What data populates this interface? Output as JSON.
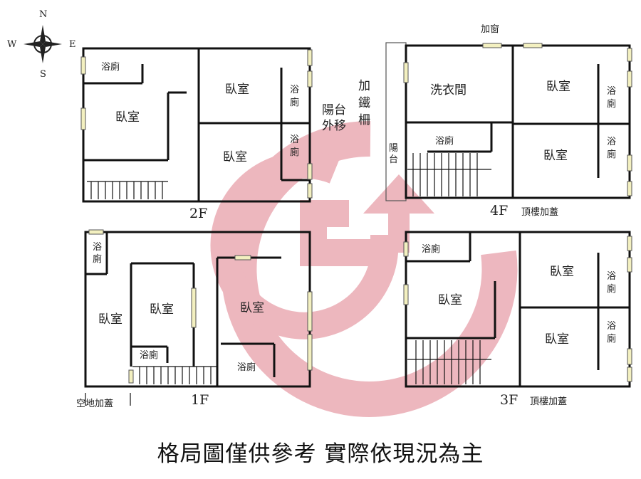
{
  "compass": {
    "n": "N",
    "s": "S",
    "e": "E",
    "w": "W"
  },
  "floor_2f": {
    "label": "2F",
    "rooms": [
      "浴廁",
      "臥室",
      "臥室",
      "臥室",
      "浴",
      "廁",
      "浴",
      "廁"
    ],
    "balcony": [
      "陽台",
      "外移"
    ],
    "bars": [
      "加",
      "鐵",
      "柵"
    ]
  },
  "floor_4f": {
    "label": "4F",
    "note": "頂樓加蓋",
    "window_note": "加窗",
    "rooms": [
      "洗衣間",
      "臥室",
      "浴",
      "廁",
      "浴廁",
      "臥室",
      "浴",
      "廁"
    ],
    "balcony": [
      "陽",
      "台"
    ]
  },
  "floor_1f": {
    "label": "1F",
    "note": "空地加蓋",
    "rooms": [
      "浴",
      "廁",
      "臥室",
      "臥室",
      "臥室",
      "浴廁",
      "浴廁"
    ]
  },
  "floor_3f": {
    "label": "3F",
    "note": "頂樓加蓋",
    "rooms": [
      "浴廁",
      "臥室",
      "臥室",
      "浴",
      "廁",
      "臥室",
      "浴",
      "廁"
    ]
  },
  "footer": {
    "text": "格局圖僅供參考  實際依現況為主"
  },
  "colors": {
    "watermark": "#e8a3ad"
  }
}
